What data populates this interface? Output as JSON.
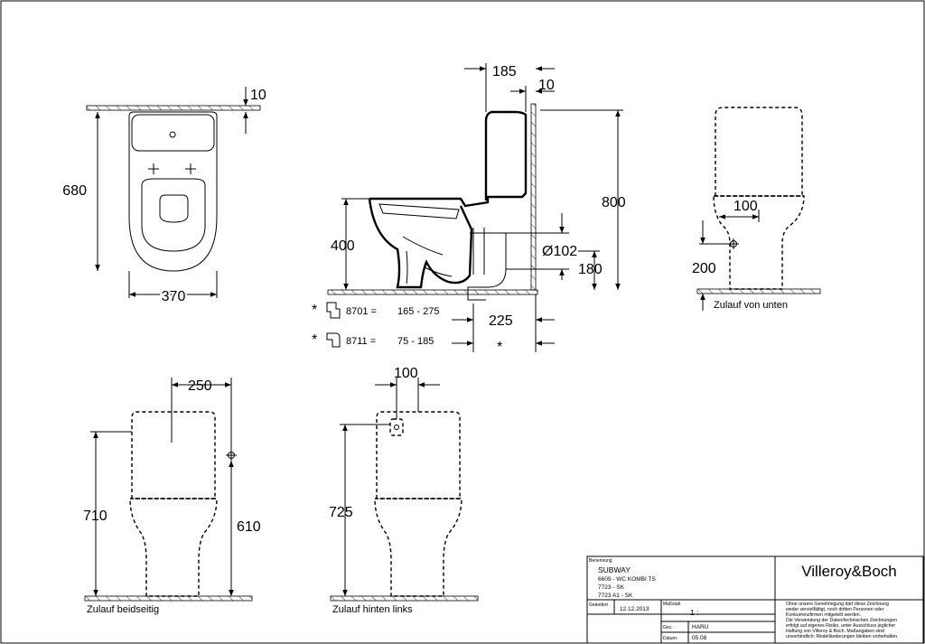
{
  "dimensions": {
    "top_offset": "10",
    "depth": "680",
    "width": "370",
    "cistern_depth": "185",
    "wall_gap": "10",
    "seat_height": "400",
    "total_height": "800",
    "outlet_diameter": "Ø102",
    "outlet_height": "180",
    "outlet_offset": "225",
    "outlet_offset_star": "*",
    "bottom_inlet_spacing": "100",
    "bottom_inlet_height": "200",
    "side_inlet_offset": "250",
    "side_total_height": "710",
    "side_inlet_height": "610",
    "rear_inlet_offset": "100",
    "rear_total_height": "725"
  },
  "connectors": [
    {
      "star": "*",
      "code": "8701 =",
      "range": "165 - 275"
    },
    {
      "star": "*",
      "code": "8711 =",
      "range": "75 - 185"
    }
  ],
  "captions": {
    "bottom_inlet": "Zulauf von unten",
    "side_inlet": "Zulauf beidseitig",
    "rear_inlet": "Zulauf hinten links"
  },
  "title_block": {
    "benennung_label": "Benennung",
    "name": "SUBWAY",
    "line1": "6609 - WC KOMBI TS",
    "line2": "7723 - SK",
    "line3": "7723 A1 - SK",
    "brand": "Villeroy&Boch",
    "geaendert_label": "Geändert",
    "date": "12.12.2013",
    "massstab_label": "Maßstab",
    "scale": "1 :",
    "gez_label": "Gez.:",
    "gez_value": "HARU",
    "datum_label": "Datum:",
    "datum_value": "05.08",
    "note": [
      "Ohne unsere Genehmigung darf diese Zeichnung",
      "weder vervielfältigt, noch dritten Personen oder",
      "Konkurrenzfirmen mitgeteilt werden.",
      "Die Verwendung der Daten/technischen Zeichnungen",
      "erfolgt auf eigenes Risiko, unter Ausschluss jeglicher",
      "Haftung von Villeroy & Boch. Maßangaben sind",
      "unverbindlich; Modelländerungen bleiben vorbehalten."
    ]
  }
}
